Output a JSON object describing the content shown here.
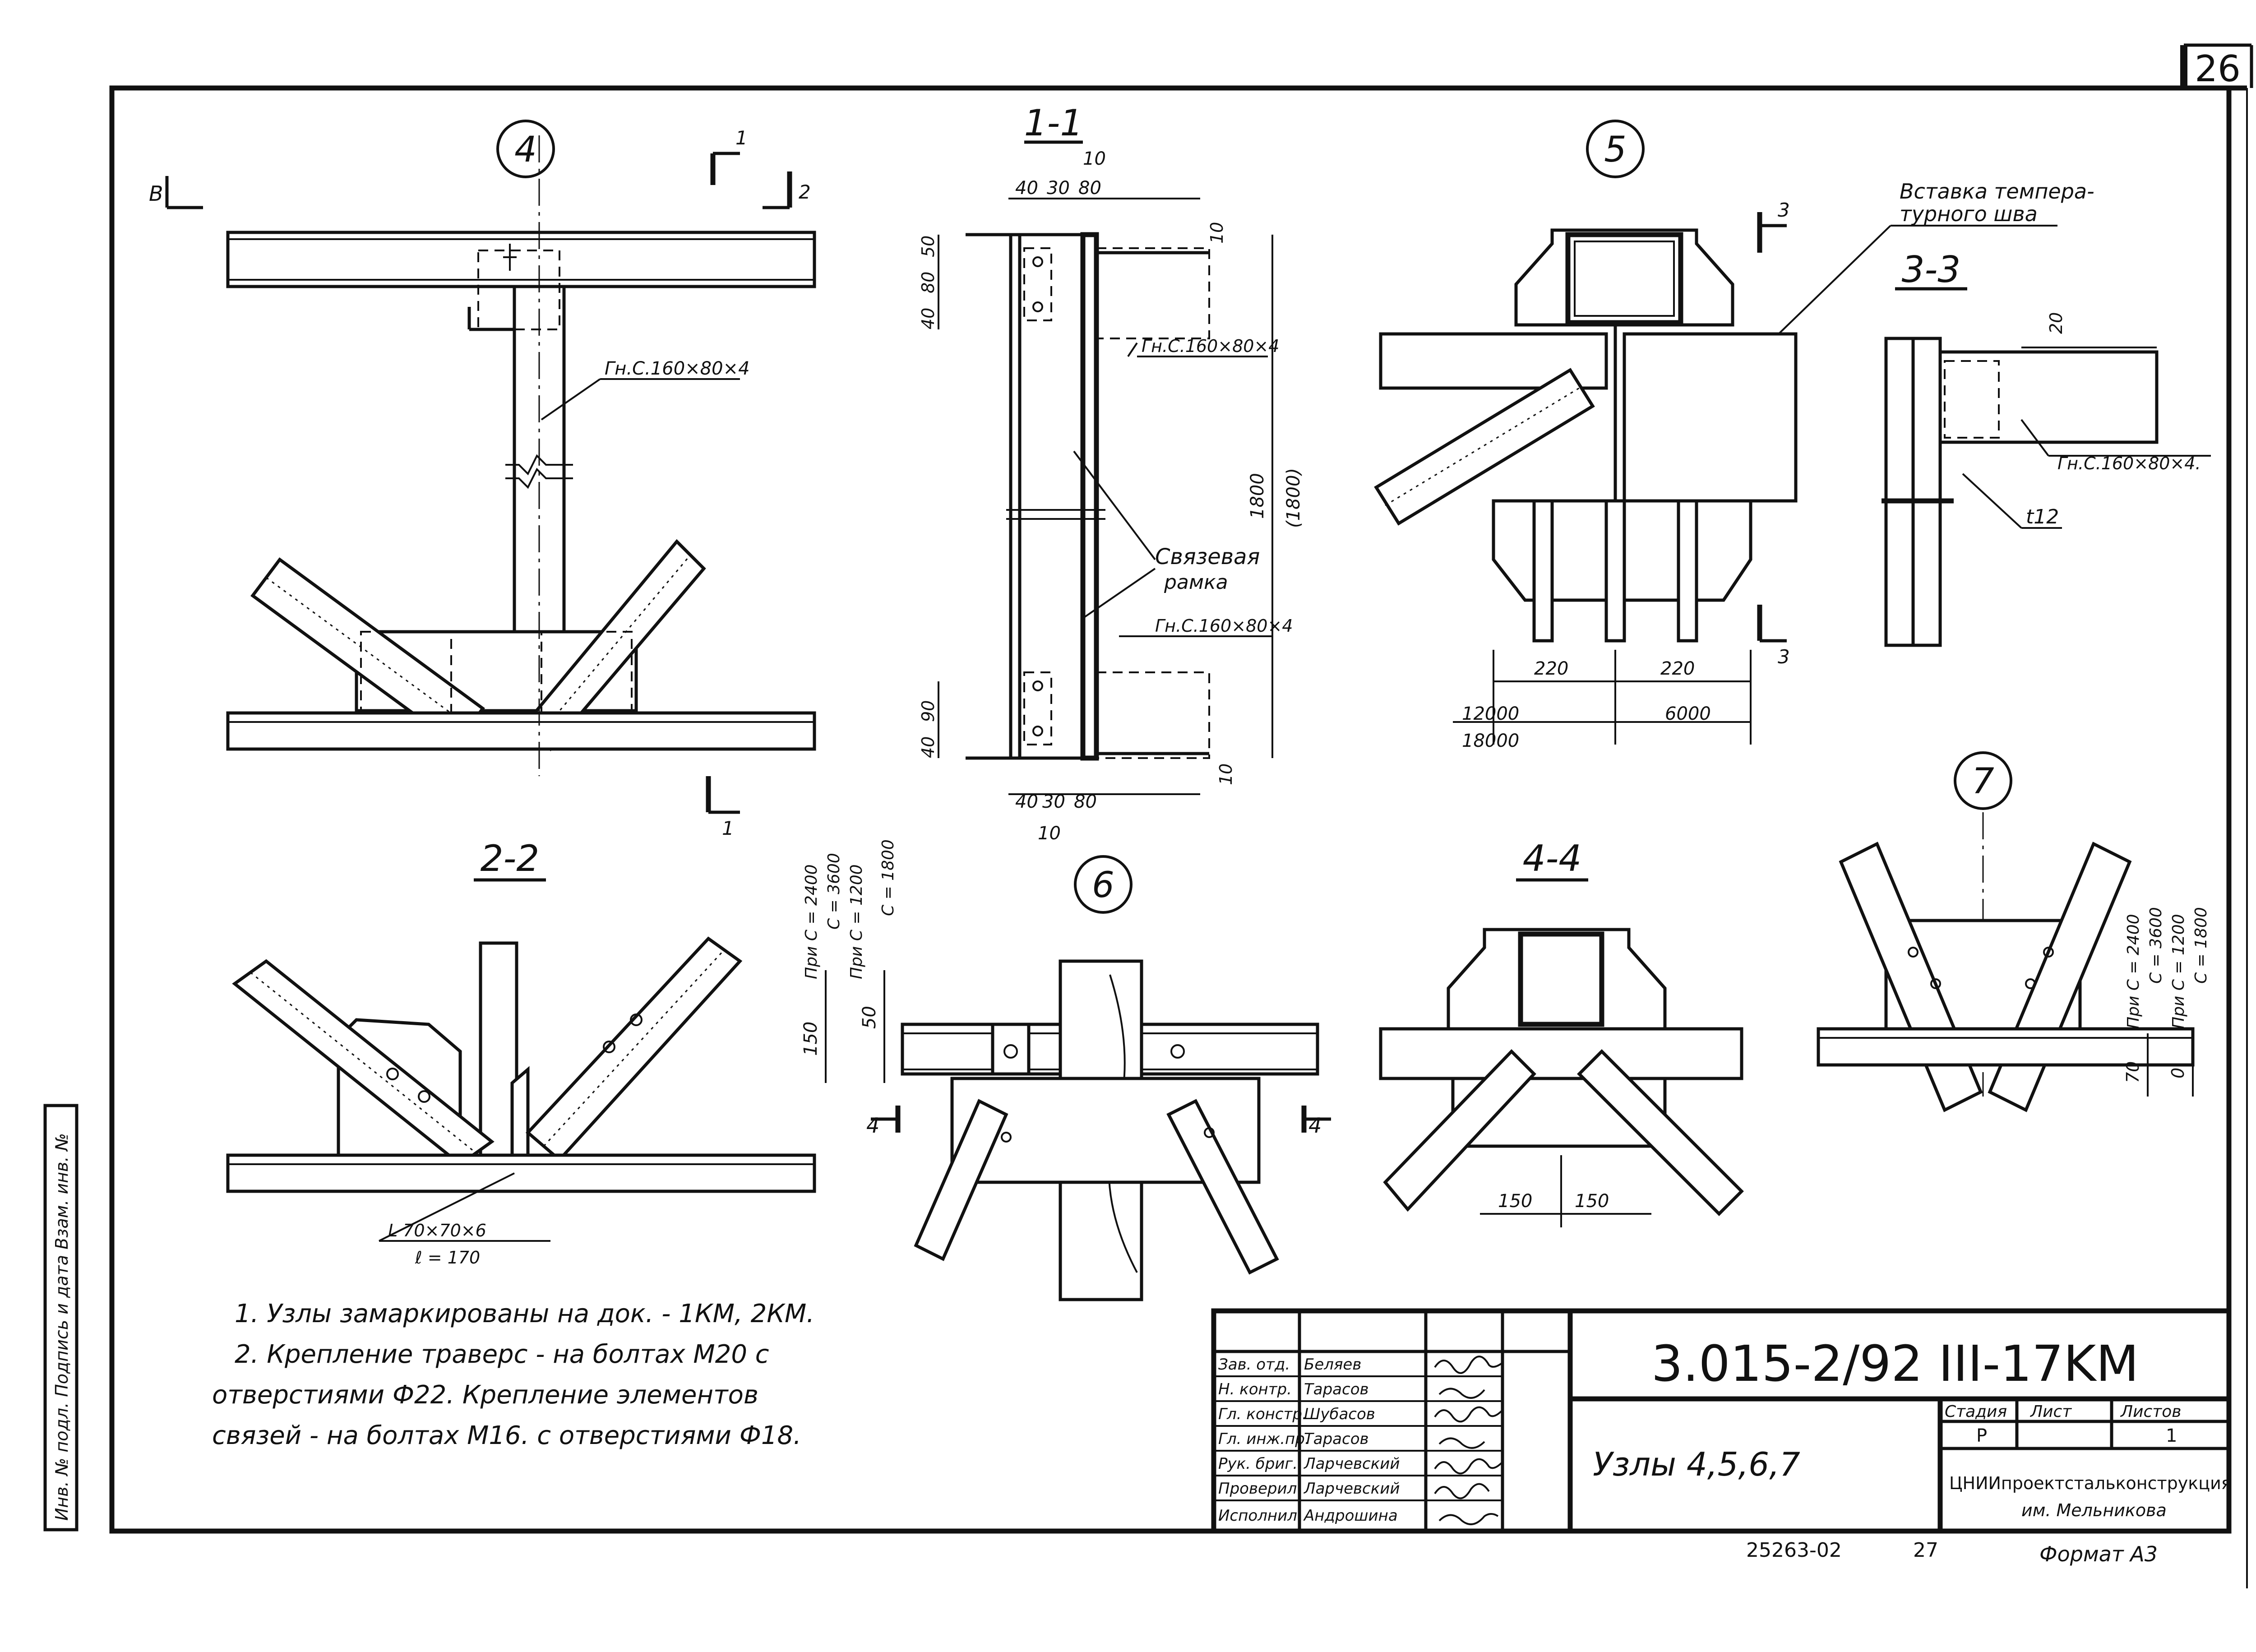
{
  "sheet": {
    "sheet_no": "26",
    "code": "3.015-2/92 III-17KM",
    "title": "Узлы 4,5,6,7",
    "organization": "ЦНИИпроектстальконструкция",
    "organization_sub": "им. Мельникова",
    "stage_label": "Стадия",
    "sheet_label": "Лист",
    "sheets_label": "Листов",
    "stage": "Р",
    "sheet": "",
    "sheets": "1",
    "footer_num": "25263-02",
    "footer_page": "27",
    "format": "Формат А3",
    "side_stamp": "Инв. № подл.   Подпись и дата   Взам. инв. №"
  },
  "signatures": [
    {
      "role": "Зав. отд.",
      "name": "Беляев"
    },
    {
      "role": "Н. контр.",
      "name": "Тарасов"
    },
    {
      "role": "Гл. констр.",
      "name": "Шубасов"
    },
    {
      "role": "Гл. инж.пр.",
      "name": "Тарасов"
    },
    {
      "role": "Рук. бриг.",
      "name": "Ларчевский"
    },
    {
      "role": "Проверил",
      "name": "Ларчевский"
    },
    {
      "role": "Исполнил",
      "name": "Андрошина"
    }
  ],
  "notes": [
    "1.  Узлы замаркированы на док. - 1КМ, 2КМ.",
    "2.  Крепление траверс - на болтах М20  с",
    "отверстиями  Ф22. Крепление  элементов",
    "связей - на  болтах  М16. с отверстиями  Ф18."
  ],
  "views": {
    "node4": "4",
    "node5": "5",
    "node6": "6",
    "node7": "7",
    "sec11": "1-1",
    "sec22": "2-2",
    "sec33": "3-3",
    "sec44": "4-4"
  },
  "labels": {
    "profile": "Гн.С.160×80×4",
    "profile_33": "Гн.С.160×80×4.",
    "frame_1": "Связевая",
    "frame_2": "рамка",
    "joint_1": "Вставка  темпера-",
    "joint_2": "турного  шва",
    "angle": "L  70×70×6",
    "angle_len": "ℓ = 170",
    "plate": "t12",
    "cut1": "1",
    "cut2": "2",
    "cut3": "3",
    "cut4": "4",
    "ref_b": "В"
  },
  "dims": {
    "d10": "10",
    "d40": "40",
    "d30": "30",
    "d80": "80",
    "d50": "50",
    "d90": "90",
    "d1800": "1800",
    "d1800p": "(1800)",
    "d220": "220",
    "d12000": "12000",
    "d6000": "6000",
    "d18000": "18000",
    "d20": "20",
    "d150": "150",
    "d70": "70",
    "d0": "0",
    "c2400": "При  С = 2400",
    "c3600": "С = 3600",
    "c1200": "При  С = 1200",
    "c1800": "С = 1800"
  }
}
